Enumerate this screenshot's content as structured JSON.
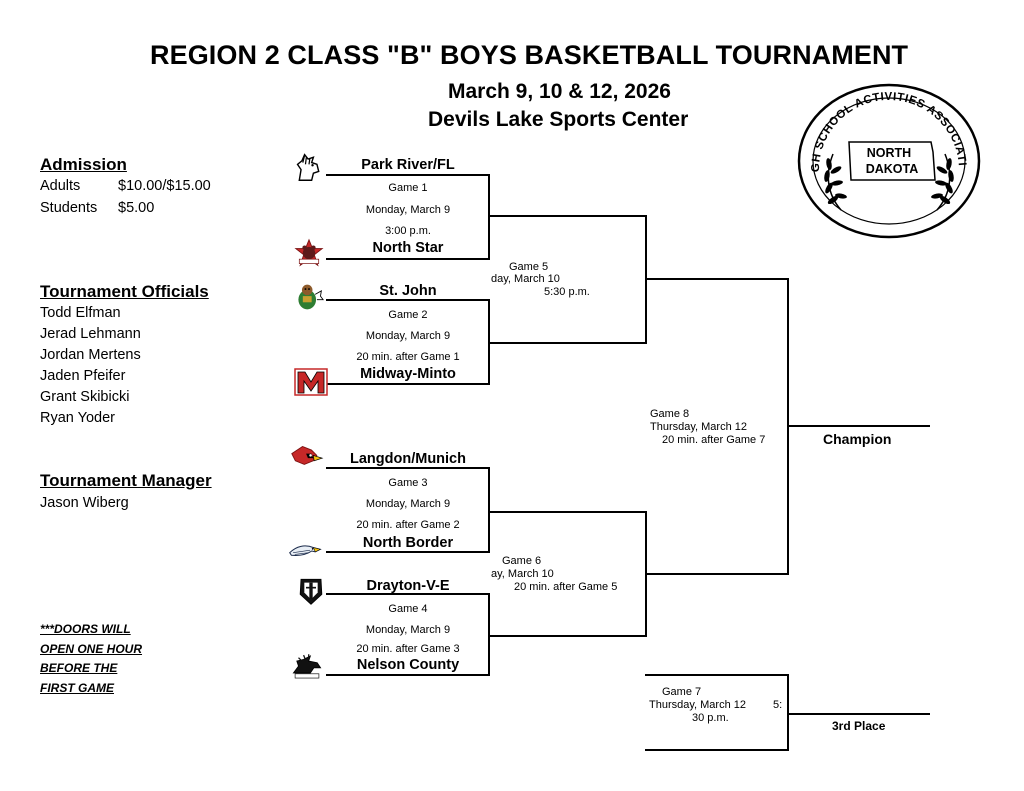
{
  "header": {
    "title": "REGION 2 CLASS \"B\" BOYS BASKETBALL TOURNAMENT",
    "dates": "March 9, 10 & 12, 2026",
    "venue": "Devils Lake Sports Center"
  },
  "seal": {
    "ring_text": "HIGH SCHOOL ACTIVITIES ASSOCIATION",
    "state_line1": "NORTH",
    "state_line2": "DAKOTA"
  },
  "admission": {
    "heading": "Admission",
    "rows": [
      {
        "label": "Adults",
        "price": "$10.00/$15.00"
      },
      {
        "label": "Students",
        "price": "$5.00"
      }
    ]
  },
  "officials": {
    "heading": "Tournament Officials",
    "names": [
      "Todd Elfman",
      "Jerad Lehmann",
      "Jordan Mertens",
      "Jaden Pfeifer",
      "Grant Skibicki",
      "Ryan Yoder"
    ]
  },
  "manager": {
    "heading": "Tournament Manager",
    "name": "Jason Wiberg"
  },
  "doors_note": [
    "***DOORS WILL",
    "OPEN ONE HOUR",
    "BEFORE THE",
    "FIRST GAME"
  ],
  "first_round": [
    {
      "game": "Game 1",
      "day": "Monday, March 9",
      "time": "3:00 p.m.",
      "top_team": "Park River/FL",
      "bottom_team": "North Star",
      "top_logo": "mustang-logo-icon",
      "bottom_logo": "bear-logo-icon"
    },
    {
      "game": "Game 2",
      "day": "Monday, March 9",
      "time": "20 min. after Game 1",
      "top_team": "St. John",
      "bottom_team": "Midway-Minto",
      "top_logo": "woodchuck-logo-icon",
      "bottom_logo": "m-letter-logo-icon"
    },
    {
      "game": "Game 3",
      "day": "Monday, March 9",
      "time": "20 min. after Game 2",
      "top_team": "Langdon/Munich",
      "bottom_team": "North Border",
      "top_logo": "cardinal-logo-icon",
      "bottom_logo": "eagle-logo-icon"
    },
    {
      "game": "Game 4",
      "day": "Monday, March 9",
      "time": "20 min. after Game 3",
      "top_team": "Drayton-V-E",
      "bottom_team": "Nelson County",
      "top_logo": "knight-helmet-logo-icon",
      "bottom_logo": "charger-horse-logo-icon"
    }
  ],
  "semis": [
    {
      "game": "Game 5",
      "day": "day, March 10",
      "time": "5:30 p.m."
    },
    {
      "game": "Game 6",
      "day": "ay, March 10",
      "time": "20 min. after Game 5"
    }
  ],
  "final": {
    "game": "Game 8",
    "day": "Thursday, March 12",
    "time": "20 min. after Game 7",
    "result_label": "Champion"
  },
  "third_place": {
    "game": "Game 7",
    "day": "Thursday, March 12",
    "time_a": "5:",
    "time_b": "30 p.m.",
    "result_label": "3rd Place"
  }
}
